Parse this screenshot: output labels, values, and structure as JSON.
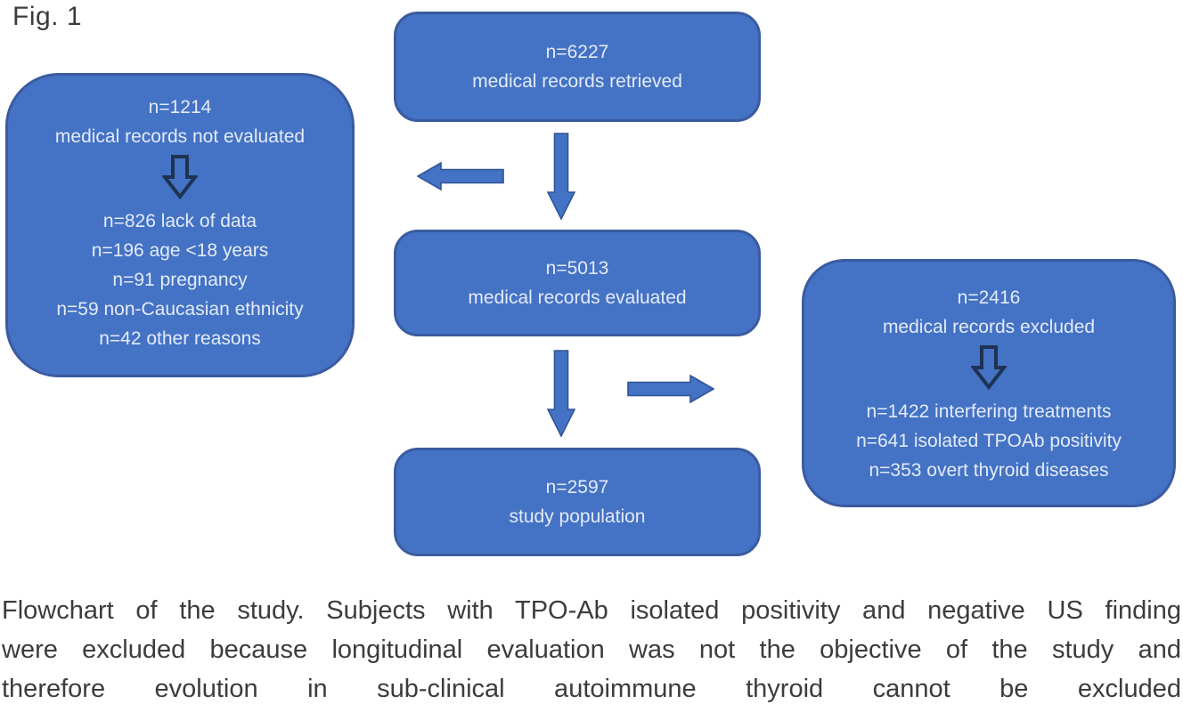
{
  "figure_label": "Fig. 1",
  "flowchart": {
    "top_box": {
      "line1": "n=6227",
      "line2": "medical records retrieved"
    },
    "middle_box": {
      "line1": "n=5013",
      "line2": "medical records evaluated"
    },
    "bottom_box": {
      "line1": "n=2597",
      "line2": "study population"
    },
    "left_box": {
      "line1": "n=1214",
      "line2": "medical records not evaluated",
      "details": [
        "n=826 lack of data",
        "n=196 age <18 years",
        "n=91 pregnancy",
        "n=59 non-Caucasian ethnicity",
        "n=42 other reasons"
      ]
    },
    "right_box": {
      "line1": "n=2416",
      "line2": "medical records excluded",
      "details": [
        "n=1422 interfering treatments",
        "n=641 isolated TPOAb positivity",
        "n=353 overt thyroid diseases"
      ]
    }
  },
  "caption": {
    "line1": "Flowchart of the study. Subjects with TPO-Ab isolated positivity and negative US finding",
    "line2": "were excluded because longitudinal evaluation was not the objective of the study and",
    "line3": "therefore evolution in sub-clinical autoimmune thyroid cannot be excluded"
  },
  "colors": {
    "box_fill": "#4472C4",
    "box_border": "#3a5ba0",
    "box_text": "#e3ebf8",
    "arrow_fill": "#4472C4",
    "arrow_border": "#2F5597",
    "hollow_arrow_outline": "#1F3252",
    "caption_text": "#3c3c3c"
  }
}
